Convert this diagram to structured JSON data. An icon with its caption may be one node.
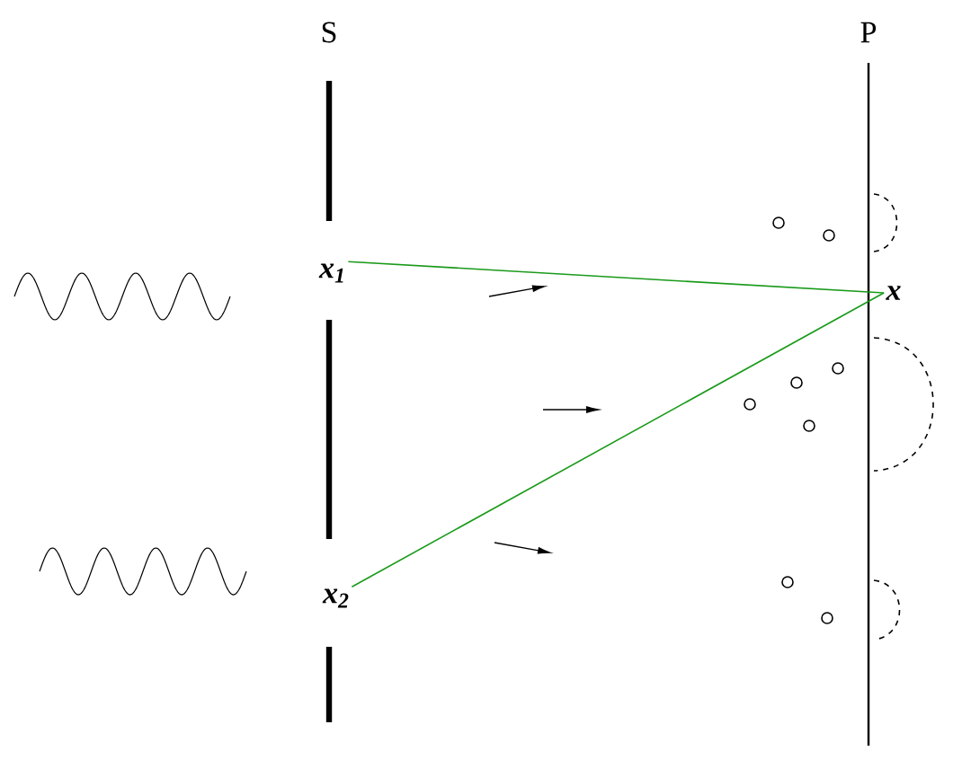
{
  "diagram": {
    "nodes": [
      {
        "text": [
          "x$_{1}$"
        ]
      },
      {
        "text": [
          "x$_{2}$"
        ]
      },
      {
        "text": [
          "x"
        ]
      }
    ],
    "edges": [
      {
        "from": 0,
        "to": 2,
        "arrow": "none",
        "color": "#1a9a1a"
      },
      {
        "from": 1,
        "to": 2,
        "arrow": "none",
        "color": "#1a9a1a"
      }
    ],
    "labels": [
      "S",
      "P"
    ]
  }
}
